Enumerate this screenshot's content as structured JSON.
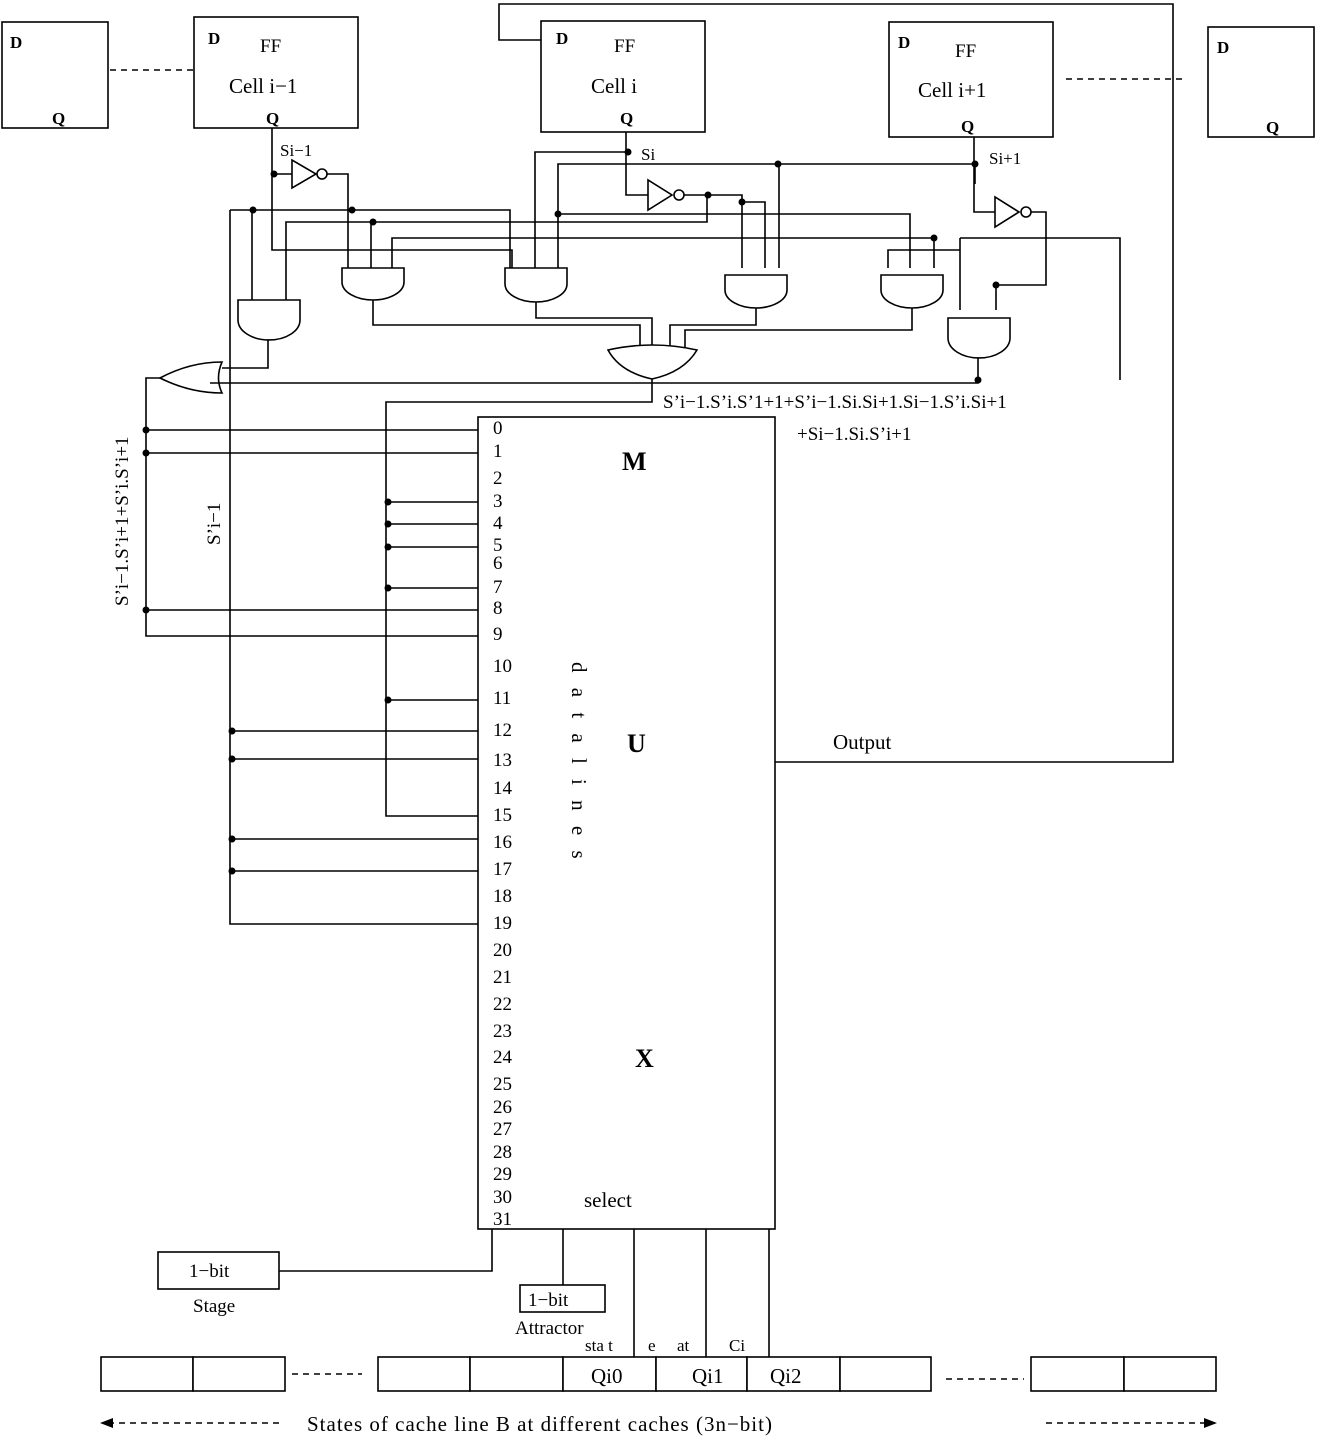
{
  "flip_flops": {
    "left_edge": {
      "d": "D",
      "q": "Q"
    },
    "cell_prev": {
      "d": "D",
      "ff": "FF",
      "name": "Cell i−1",
      "q": "Q"
    },
    "cell_cur": {
      "d": "D",
      "ff": "FF",
      "name": "Cell i",
      "q": "Q"
    },
    "cell_next": {
      "d": "D",
      "ff": "FF",
      "name": "Cell i+1",
      "q": "Q"
    },
    "right_edge": {
      "d": "D",
      "q": "Q"
    }
  },
  "signals": {
    "si_prev": "Si−1",
    "si": "Si",
    "si_next": "Si+1",
    "expr_line1": "S’i−1.S’i.S’1+1+S’i−1.Si.Si+1.Si−1.S’i.Si+1",
    "expr_line2": "+Si−1.Si.S’i+1",
    "left_vertical_expr": "S’i−1.S’i+1+S’i.S’i+1",
    "s_prime_prev": "S’i−1"
  },
  "mux": {
    "m": "M",
    "u": "U",
    "x": "X",
    "data_lines": "d a t a   l i n e s",
    "select": "select",
    "output": "Output",
    "inputs": [
      "0",
      "1",
      "2",
      "3",
      "4",
      "5",
      "6",
      "7",
      "8",
      "9",
      "10",
      "11",
      "12",
      "13",
      "14",
      "15",
      "16",
      "17",
      "18",
      "19",
      "20",
      "21",
      "22",
      "23",
      "24",
      "25",
      "26",
      "27",
      "28",
      "29",
      "30",
      "31"
    ]
  },
  "bottom": {
    "stage_box": "1−bit",
    "stage_label": "Stage",
    "attractor_box": "1−bit",
    "attractor_label": "Attractor",
    "state_label_a": "sta t",
    "state_label_b": "e",
    "state_label_c": "at",
    "state_label_d": "Ci",
    "qi0": "Qi0",
    "qi1": "Qi1",
    "qi2": "Qi2",
    "caption": "States of cache line B at different caches (3n−bit)"
  }
}
